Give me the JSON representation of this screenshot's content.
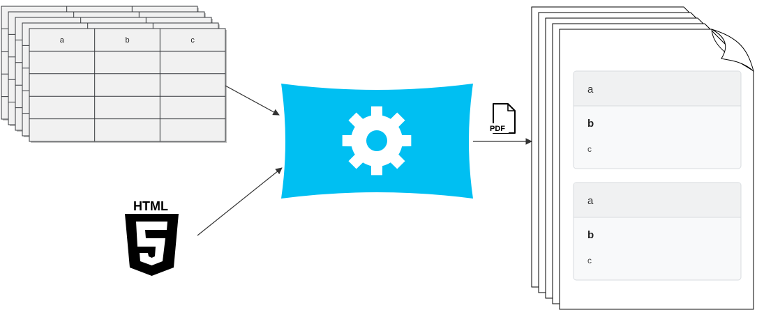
{
  "table": {
    "columns": [
      "a",
      "b",
      "c"
    ],
    "rows": 4,
    "stack_count": 5
  },
  "html_badge": {
    "label": "HTML",
    "digit": "5",
    "icon": "html5-icon"
  },
  "processor": {
    "icon": "gear-icon",
    "color": "#00bff2"
  },
  "pdf_badge": {
    "label": "PDF",
    "icon": "pdf-file-icon"
  },
  "documents": {
    "stack_count": 5,
    "cards": [
      {
        "header": "a",
        "title": "b",
        "body": "c"
      },
      {
        "header": "a",
        "title": "b",
        "body": "c"
      }
    ]
  },
  "colors": {
    "table_fill": "#f1f1f1",
    "table_line": "#36393d",
    "card_fill": "#f8f9fa",
    "card_header": "#f0f1f2",
    "card_border": "#d7dbdf",
    "arrow": "#333333"
  }
}
